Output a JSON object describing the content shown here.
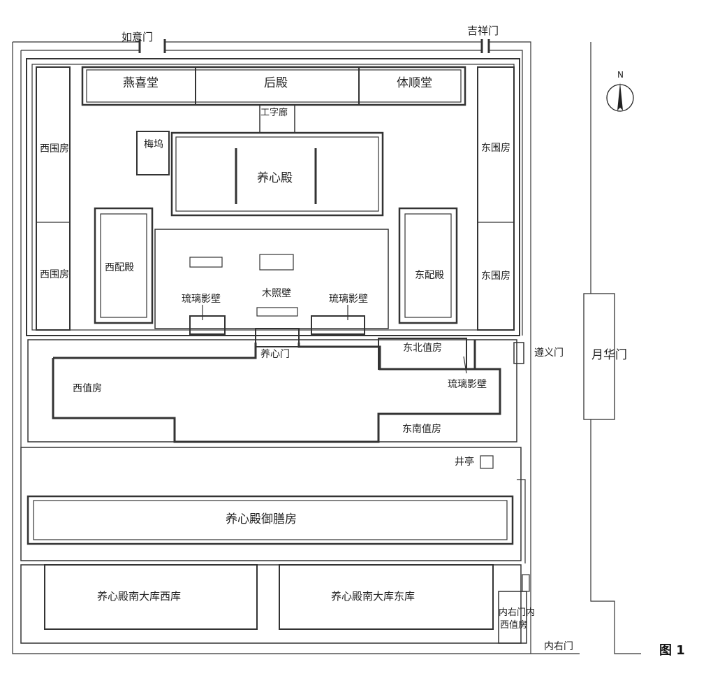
{
  "labels": {
    "ruyi_gate": "如意门",
    "jixiang_gate": "吉祥门",
    "yanxi_hall": "燕喜堂",
    "rear_hall": "后殿",
    "tishun_hall": "体顺堂",
    "gongzi_corridor": "工字廊",
    "meiwu": "梅坞",
    "yangxin_hall": "养心殿",
    "west_wing_rooms_north": "西围房",
    "east_wing_rooms_north": "东围房",
    "west_wing_rooms_south": "西围房",
    "east_wing_rooms_south": "东围房",
    "west_side_hall": "西配殿",
    "east_side_hall": "东配殿",
    "glazed_screen_west": "琉璃影壁",
    "wooden_screen": "木照壁",
    "glazed_screen_east": "琉璃影壁",
    "yangxin_gate": "养心门",
    "northeast_duty_room": "东北值房",
    "zunyi_gate": "遵义门",
    "yuehua_gate": "月华门",
    "glazed_screen_se": "琉璃影壁",
    "west_duty_room": "西值房",
    "southeast_duty_room": "东南值房",
    "well_pavilion": "井亭",
    "imperial_kitchen": "养心殿御膳房",
    "south_store_west": "养心殿南大库西库",
    "south_store_east": "养心殿南大库东库",
    "inner_right_gate_duty_line1": "内右门内",
    "inner_right_gate_duty_line2": "西值房",
    "inner_right_gate": "内右门"
  },
  "compass_letter": "N",
  "figure_caption": "图 1"
}
